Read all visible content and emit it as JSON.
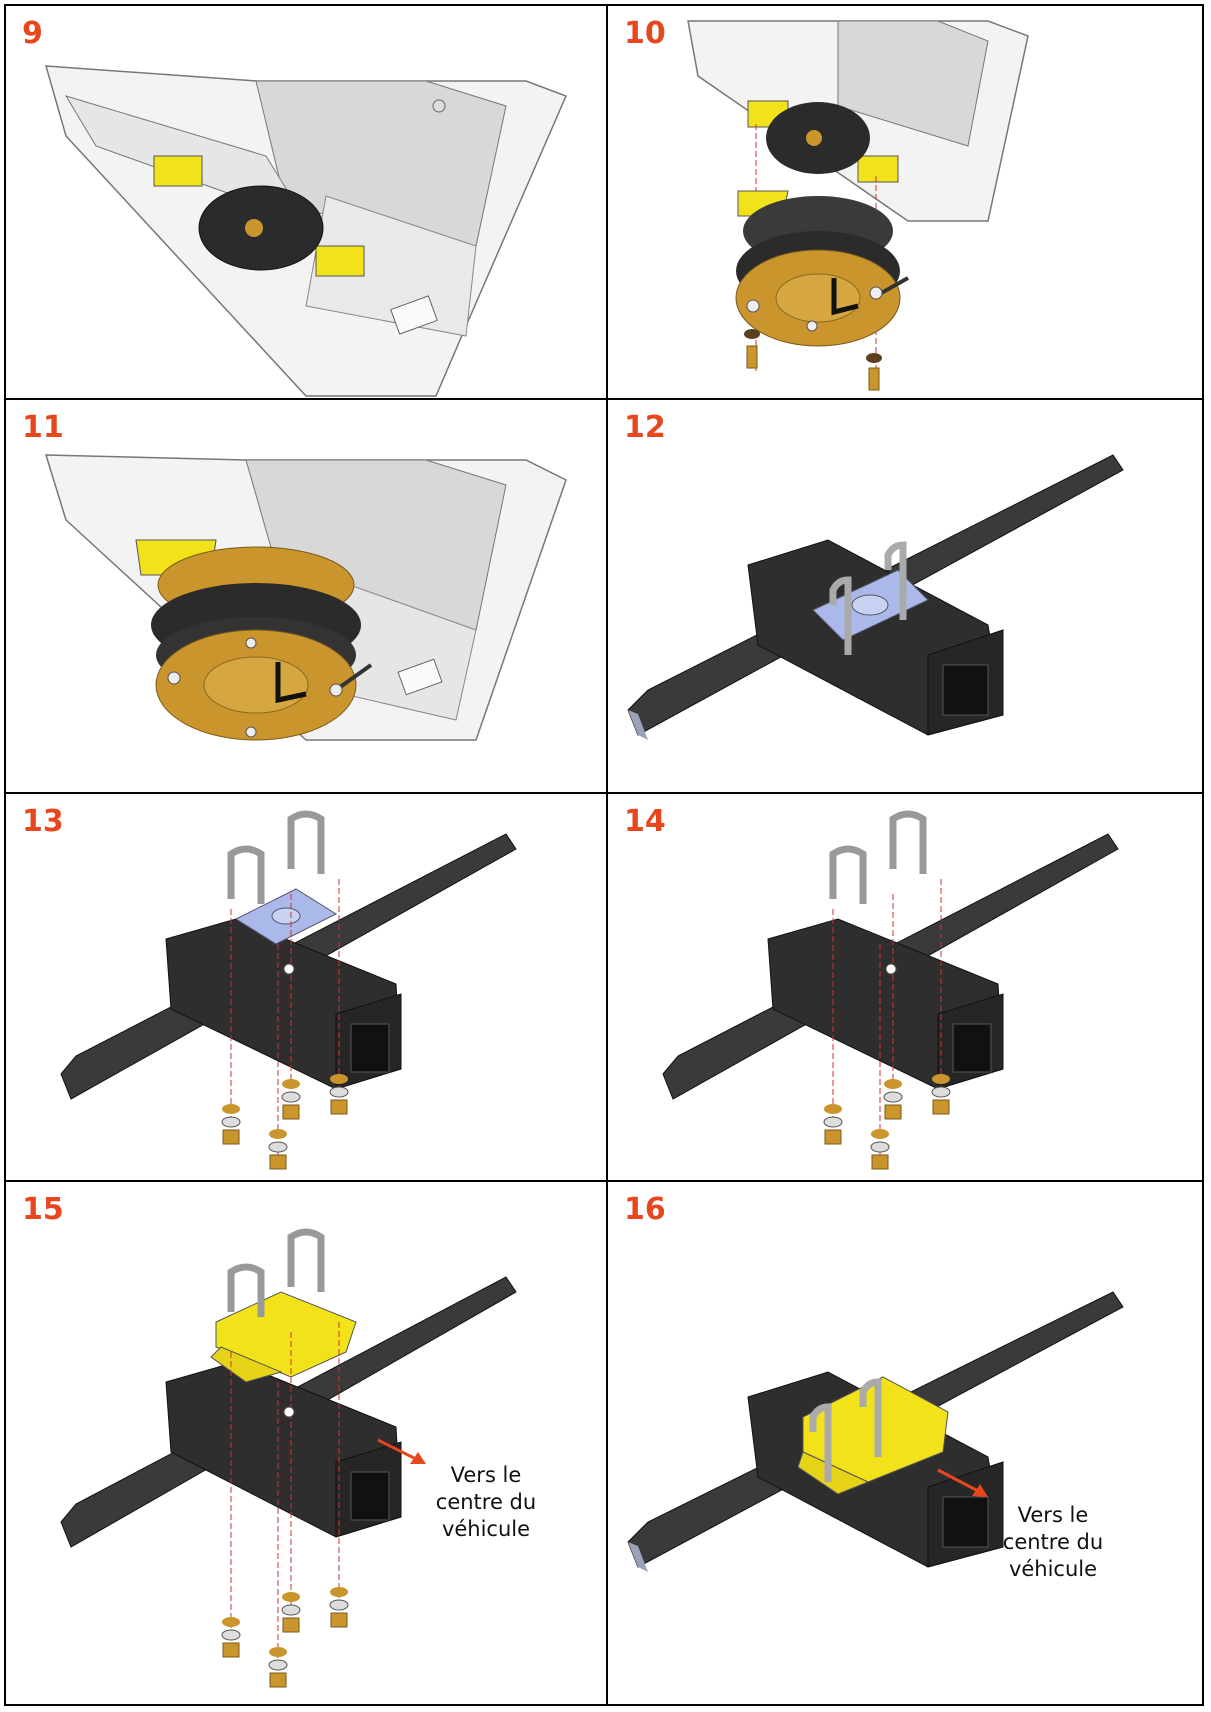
{
  "steps": [
    {
      "number": "9"
    },
    {
      "number": "10"
    },
    {
      "number": "11"
    },
    {
      "number": "12"
    },
    {
      "number": "13"
    },
    {
      "number": "14"
    },
    {
      "number": "15",
      "note": [
        "Vers le",
        "centre du",
        "véhicule"
      ]
    },
    {
      "number": "16",
      "note": [
        "Vers le",
        "centre du",
        "véhicule"
      ]
    }
  ],
  "colors": {
    "step_number": "#e8461e",
    "arrow": "#e8461e",
    "bracket_yellow": "#f2e21a",
    "bellows_gold": "#c9952c",
    "leaf_spring": "#3a3a3a",
    "axle": "#2e2e2e",
    "plate_blue": "#aab8ea"
  }
}
